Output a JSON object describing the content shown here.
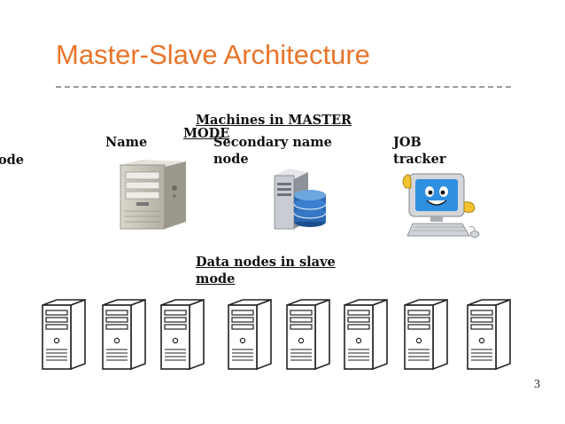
{
  "slide": {
    "title": "Master-Slave Architecture",
    "page_number": "3"
  },
  "labels": {
    "left_edge": "ode",
    "name": "Name",
    "master_line1": "Machines in MASTER",
    "master_line2": "MODE",
    "secondary_line1": "Secondary name",
    "secondary_line2": "node",
    "job_line1": "JOB",
    "job_line2": "tracker",
    "data_line1": "Data nodes in slave",
    "data_line2": "mode"
  },
  "colors": {
    "title": "#e8742a",
    "divider": "#9a9a9a",
    "database": "#2a67b0"
  },
  "icons": {
    "name_node": "tower-pc-icon",
    "secondary": "server-database-icon",
    "job_tracker": "smiling-computer-icon",
    "slave": "tower-outline-icon"
  }
}
